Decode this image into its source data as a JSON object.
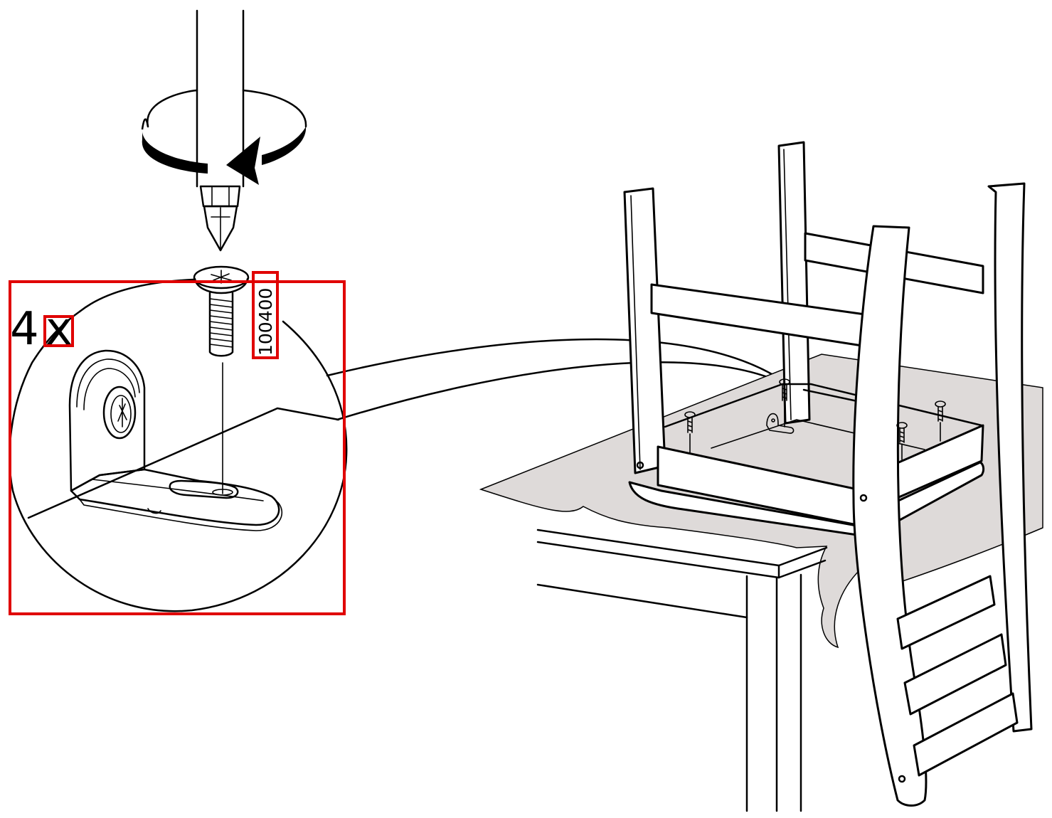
{
  "step": {
    "quantity_number": "4",
    "quantity_multiplier": "x",
    "part_number": "100400"
  },
  "icons": {
    "tool": "screwdriver-icon",
    "rotation": "clockwise-rotation-arrow-icon",
    "hardware": "screw-icon",
    "bracket": "angle-bracket-icon",
    "furniture": "chair-icon",
    "table": "table-icon"
  },
  "colors": {
    "highlight": "#e00000",
    "line": "#000000",
    "cloth": "#dedad9",
    "background": "#ffffff"
  }
}
